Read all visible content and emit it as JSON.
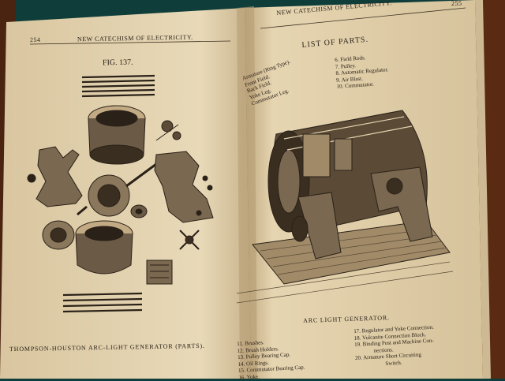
{
  "left_page": {
    "page_number": "254",
    "running_head": "NEW CATECHISM OF ELECTRICITY.",
    "figure_label": "FIG. 137.",
    "caption": "THOMPSON-HOUSTON ARC-LIGHT GENERATOR (PARTS)."
  },
  "right_page": {
    "page_number": "255",
    "running_head": "NEW CATECHISM OF ELECTRICITY.",
    "list_title": "LIST OF PARTS.",
    "parts_col1": [
      "6. Field Rods.",
      "7. Pulley.",
      "8. Automatic Regulator.",
      "9. Air Blast.",
      "10. Commutator."
    ],
    "parts_col0": [
      "Armature (Ring Type).",
      "Front Field.",
      "Back Field.",
      "Yoke Leg.",
      "Commutator Leg."
    ],
    "figure_caption": "ARC LIGHT GENERATOR.",
    "bottom_col1": [
      "11. Brushes.",
      "12. Brush Holders.",
      "13. Pulley Bearing Cap.",
      "14. Oil Rings.",
      "15. Commutator Bearing Cap.",
      "16. Yoke."
    ],
    "bottom_col2": [
      "17. Regulator and Yoke Connection.",
      "18. Vulcanite Connection Block.",
      "19. Binding Post and Machine Con-",
      "nections.",
      "20. Armature Short Circuiting",
      "Switch."
    ]
  },
  "colors": {
    "background": "#0f3d3a",
    "paper_left": "#e8d9b8",
    "paper_right": "#e6d5b1",
    "ink": "#2a2118"
  }
}
